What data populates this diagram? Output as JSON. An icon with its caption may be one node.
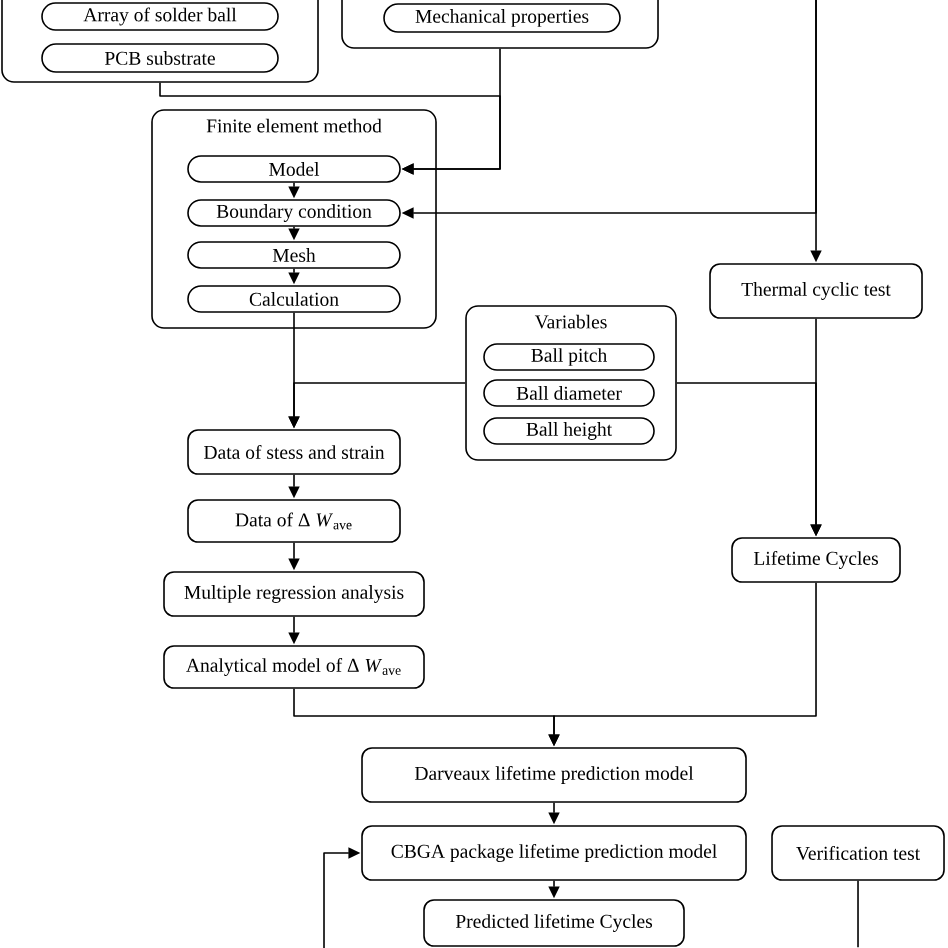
{
  "diagram": {
    "nodes": [
      {
        "text": [],
        "shape": "box"
      },
      {
        "text": [
          "Array of solder ball"
        ],
        "in": 0
      },
      {
        "text": [
          "PCB substrate"
        ],
        "in": 0
      },
      {
        "text": [],
        "shape": "box"
      },
      {
        "text": [
          "Mechanical properties"
        ],
        "in": 3
      },
      {
        "text": [
          "Finite element method"
        ]
      },
      {
        "text": [
          "Model"
        ],
        "in": 5
      },
      {
        "text": [
          "Boundary condition"
        ],
        "in": 5
      },
      {
        "text": [
          "Mesh"
        ],
        "in": 5
      },
      {
        "text": [
          "Calculation"
        ],
        "in": 5
      },
      {
        "text": [
          "Thermal cyclic test"
        ]
      },
      {
        "text": [
          "Variables"
        ]
      },
      {
        "text": [
          "Ball pitch"
        ],
        "in": 11
      },
      {
        "text": [
          "Ball diameter"
        ],
        "in": 11
      },
      {
        "text": [
          "Ball height"
        ],
        "in": 11
      },
      {
        "text": [
          "Data of stess and strain"
        ]
      },
      {
        "text": [
          "Data of Δ *W*$_{ave}$"
        ]
      },
      {
        "text": [
          "Multiple regression analysis"
        ]
      },
      {
        "text": [
          "Lifetime Cycles"
        ]
      },
      {
        "text": [
          "Analytical model of Δ *W*$_{ave}$"
        ]
      },
      {
        "text": [
          "Darveaux lifetime prediction model"
        ]
      },
      {
        "text": [
          "CBGA package lifetime prediction model"
        ]
      },
      {
        "text": [
          "Verification test"
        ]
      },
      {
        "text": [
          "Predicted lifetime Cycles"
        ]
      }
    ],
    "edges": [
      {
        "from": 0,
        "to": 6,
        "arrow": "to"
      },
      {
        "from": 3,
        "to": 6,
        "arrow": "to"
      },
      {
        "from": null,
        "to": 7,
        "arrow": "to"
      },
      {
        "from": null,
        "to": 10,
        "arrow": "to"
      },
      {
        "from": 6,
        "to": 7,
        "arrow": "to"
      },
      {
        "from": 7,
        "to": 8,
        "arrow": "to"
      },
      {
        "from": 8,
        "to": 9,
        "arrow": "to"
      },
      {
        "from": 9,
        "to": 15,
        "arrow": "to"
      },
      {
        "from": 11,
        "to": 15,
        "arrow": "to"
      },
      {
        "from": 11,
        "to": 18,
        "arrow": "to"
      },
      {
        "from": 10,
        "to": 18,
        "arrow": "to"
      },
      {
        "from": 15,
        "to": 16,
        "arrow": "to"
      },
      {
        "from": 16,
        "to": 17,
        "arrow": "to"
      },
      {
        "from": 17,
        "to": 19,
        "arrow": "to"
      },
      {
        "from": 19,
        "to": 20,
        "arrow": "to"
      },
      {
        "from": 18,
        "to": 20,
        "arrow": "to"
      },
      {
        "from": 20,
        "to": 21,
        "arrow": "to"
      },
      {
        "from": 21,
        "to": 23,
        "arrow": "to"
      },
      {
        "from": null,
        "to": 21,
        "arrow": "to"
      },
      {
        "from": 22,
        "to": null,
        "arrow": "none"
      }
    ]
  }
}
